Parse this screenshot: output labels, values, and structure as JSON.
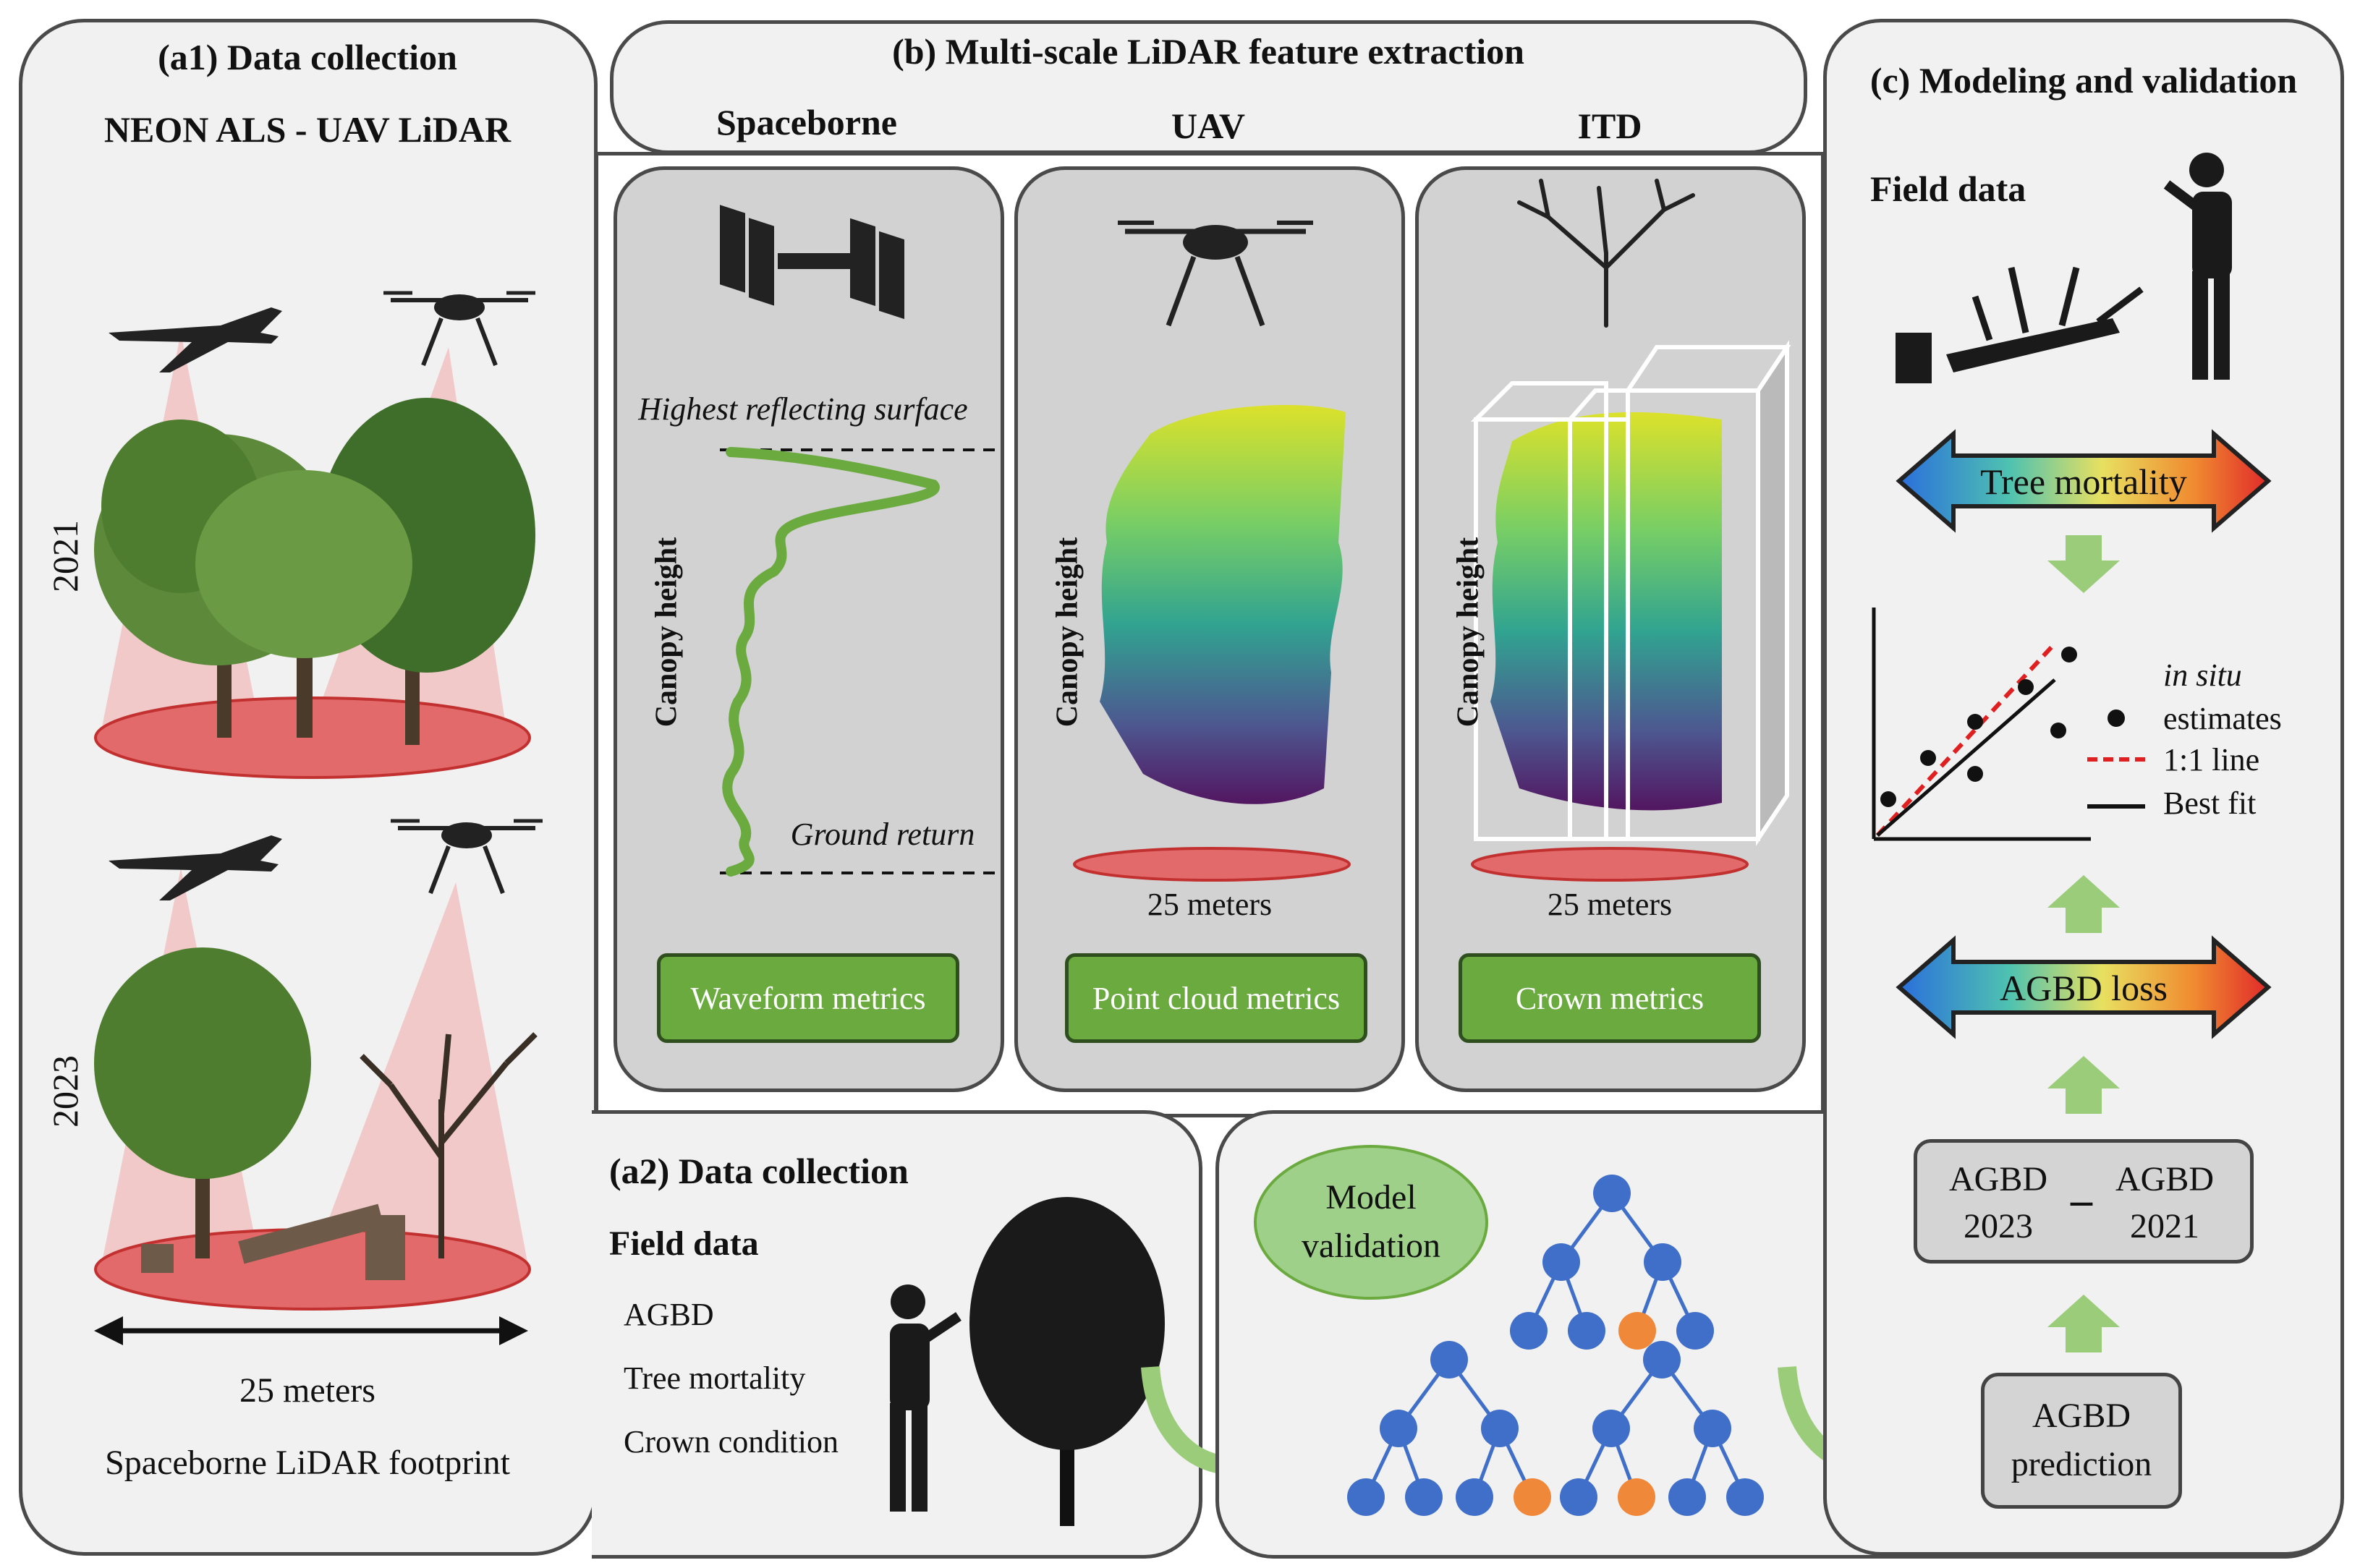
{
  "a1": {
    "title": "(a1) Data collection",
    "subtitle": "NEON ALS - UAV LiDAR",
    "year_top": "2021",
    "year_bottom": "2023",
    "scale": "25 meters",
    "footprint": "Spaceborne LiDAR footprint"
  },
  "b": {
    "title": "(b) Multi-scale LiDAR feature extraction",
    "col1": "Spaceborne",
    "col2": "UAV",
    "col3": "ITD",
    "highest": "Highest reflecting surface",
    "ground": "Ground return",
    "canopy": "Canopy height",
    "scale": "25 meters",
    "m1": "Waveform metrics",
    "m2": "Point cloud metrics",
    "m3": "Crown metrics"
  },
  "a2": {
    "title": "(a2) Data collection",
    "field": "Field data",
    "items": [
      "AGBD",
      "Tree mortality",
      "Crown condition"
    ]
  },
  "model": {
    "validation_l1": "Model",
    "validation_l2": "validation"
  },
  "c": {
    "title": "(c) Modeling and validation",
    "field": "Field data",
    "tree_mortality": "Tree mortality",
    "legend_insitu": "in situ",
    "legend_estimates": "estimates",
    "legend_line": "1:1 line",
    "legend_fit": "Best fit",
    "agbd_loss": "AGBD loss",
    "d1_l1": "AGBD",
    "d1_l2": "2023",
    "d2_l1": "AGBD",
    "d2_l2": "2021",
    "minus": "–",
    "pred_l1": "AGBD",
    "pred_l2": "prediction"
  },
  "colors": {
    "panel_border": "#4a4a4a",
    "green_metric": "#6aaa3e",
    "green_arrow": "#9acc7a",
    "footprint_red": "#e26a6a",
    "node_blue": "#3f6fc8",
    "node_orange": "#f0883a",
    "validation_green": "#9ed08a",
    "one_to_one": "#e02020"
  },
  "icons": [
    "plane-icon",
    "drone-icon",
    "satellite-icon",
    "dead-tree-icon",
    "person-icon",
    "tree-icon",
    "decision-tree-icon",
    "bidirectional-gradient-arrow-icon"
  ]
}
